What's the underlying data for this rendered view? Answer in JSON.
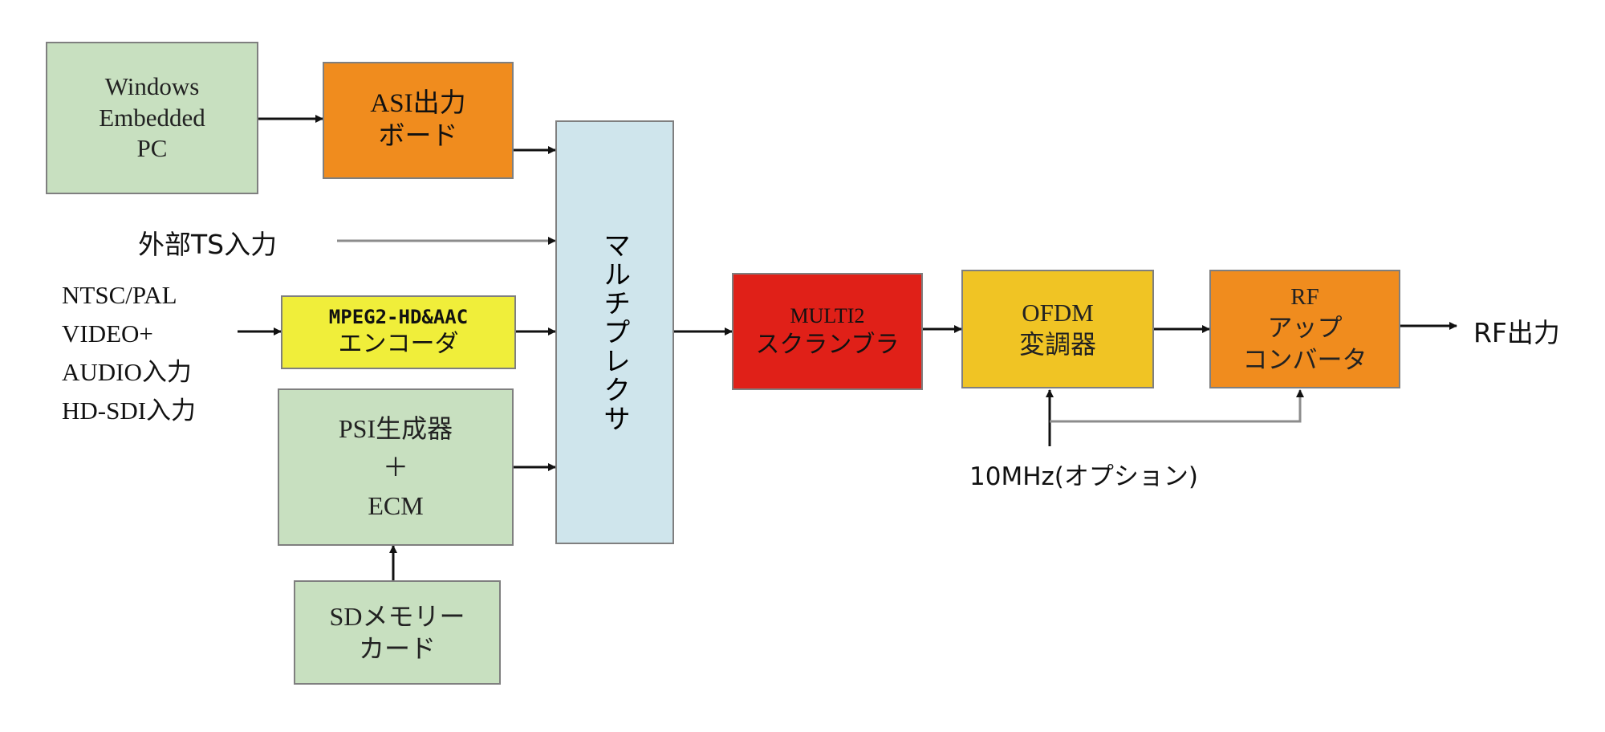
{
  "blocks": {
    "pc": {
      "lines": [
        "Windows",
        "Embedded",
        "PC"
      ]
    },
    "asi_board": {
      "lines": [
        "ASI出力",
        "ボード"
      ]
    },
    "encoder": {
      "lines": [
        "MPEG2-HD&AAC",
        "エンコーダ"
      ]
    },
    "psi": {
      "lines": [
        "PSI生成器",
        "＋",
        "ECM"
      ]
    },
    "sd_card": {
      "lines": [
        "SDメモリー",
        "カード"
      ]
    },
    "multiplexer": {
      "label": "マルチプレクサ"
    },
    "scrambler": {
      "lines": [
        "MULTI2",
        "スクランブラ"
      ]
    },
    "ofdm": {
      "lines": [
        "OFDM",
        "変調器"
      ]
    },
    "rf_upconverter": {
      "lines": [
        "RF",
        "アップ",
        "コンバータ"
      ]
    }
  },
  "labels": {
    "ext_ts": "外部TS入力",
    "video_inputs": [
      "NTSC/PAL",
      "VIDEO+",
      "AUDIO入力",
      "HD-SDI入力"
    ],
    "rf_out": "RF出力",
    "ref_clock": "10MHz(オプション)"
  },
  "colors": {
    "green": "#c8e0c0",
    "orange": "#f08c1e",
    "yellow": "#f0ee3a",
    "light_blue": "#cfe5ec",
    "red": "#e02018",
    "gold": "#f0c424",
    "border": "#7f7f7f",
    "wire": "#111111"
  }
}
